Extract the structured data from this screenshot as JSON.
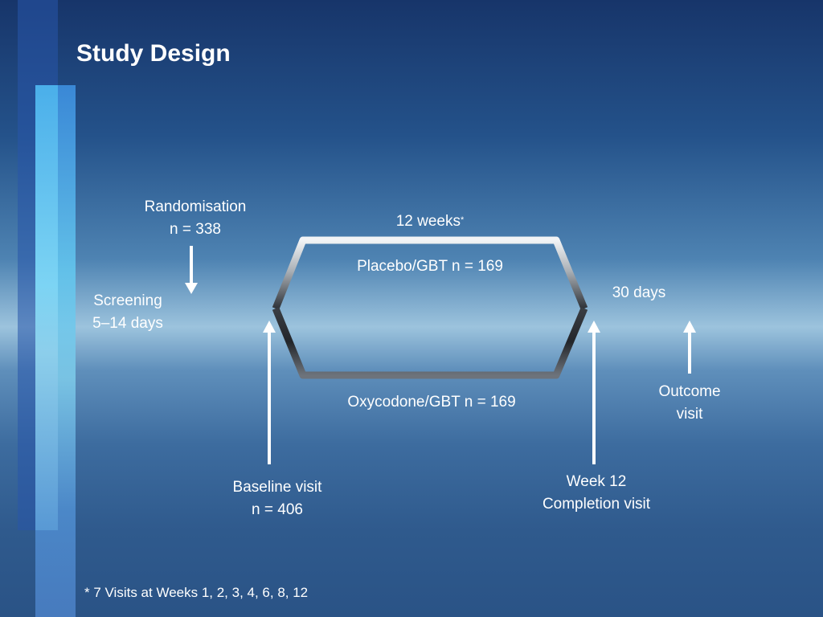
{
  "title": "Study Design",
  "labels": {
    "randomisation": "Randomisation",
    "randomisation_n": "n = 338",
    "duration": "12 weeks",
    "duration_marker": "*",
    "placebo_arm": "Placebo/GBT n = 169",
    "oxycodone_arm": "Oxycodone/GBT n = 169",
    "screening": "Screening",
    "screening_days": "5–14 days",
    "followup": "30 days",
    "outcome_line1": "Outcome",
    "outcome_line2": "visit",
    "baseline": "Baseline visit",
    "baseline_n": "n = 406",
    "week12": "Week 12",
    "completion": "Completion visit"
  },
  "footnote": "* 7 Visits at Weeks 1, 2, 3, 4, 6, 8, 12"
}
